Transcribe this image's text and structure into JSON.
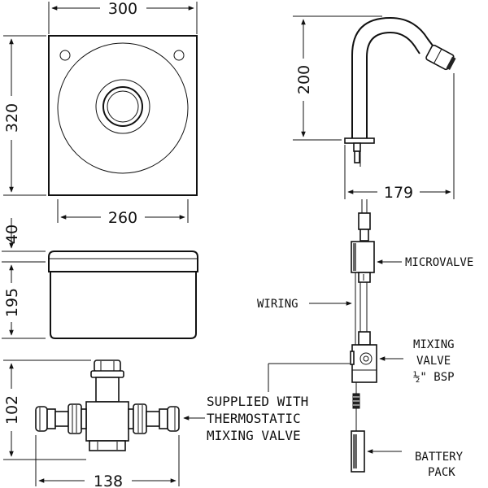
{
  "dimensions": {
    "basin_width": "300",
    "basin_depth": "320",
    "bowl_width": "260",
    "rim_height": "40",
    "basin_height": "195",
    "spout_height": "200",
    "spout_reach": "179",
    "valve_height": "102",
    "valve_width": "138"
  },
  "labels": {
    "microvalve": "MICROVALVE",
    "wiring": "WIRING",
    "mixing_line1": "MIXING",
    "mixing_line2": "VALVE",
    "mixing_line3": "½\" BSP",
    "battery_line1": "BATTERY",
    "battery_line2": "PACK",
    "supplied_line1": "SUPPLIED WITH",
    "supplied_line2": "THERMOSTATIC",
    "supplied_line3": "MIXING VALVE"
  }
}
